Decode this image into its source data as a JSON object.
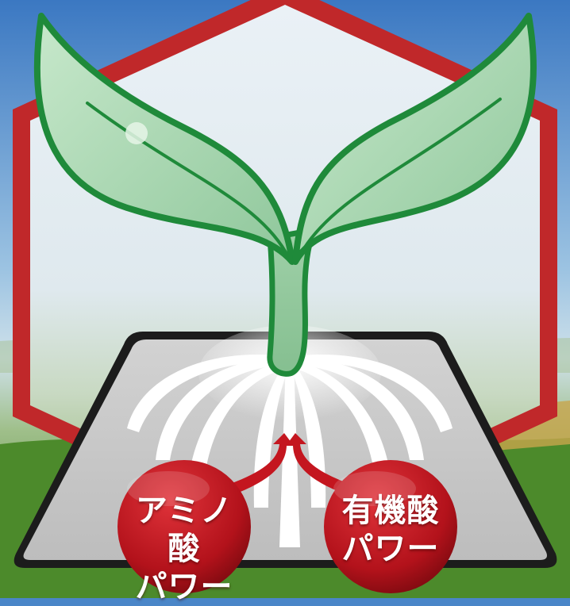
{
  "badges": [
    {
      "line1": "アミノ酸",
      "line2": "パワー"
    },
    {
      "line1": "有機酸",
      "line2": "パワー"
    }
  ],
  "colors": {
    "sky": "#4a86c8",
    "hexagon_border": "#c0282a",
    "leaf_fill": "#a9d7b0",
    "leaf_outline": "#1f8a3a",
    "soil_panel": "#c9c9c9",
    "badge_red": "#b8141c",
    "field_green": "#4f8a2e"
  },
  "icons": [
    "sprout-leaves-icon",
    "roots-icon",
    "arrow-up-icon"
  ]
}
